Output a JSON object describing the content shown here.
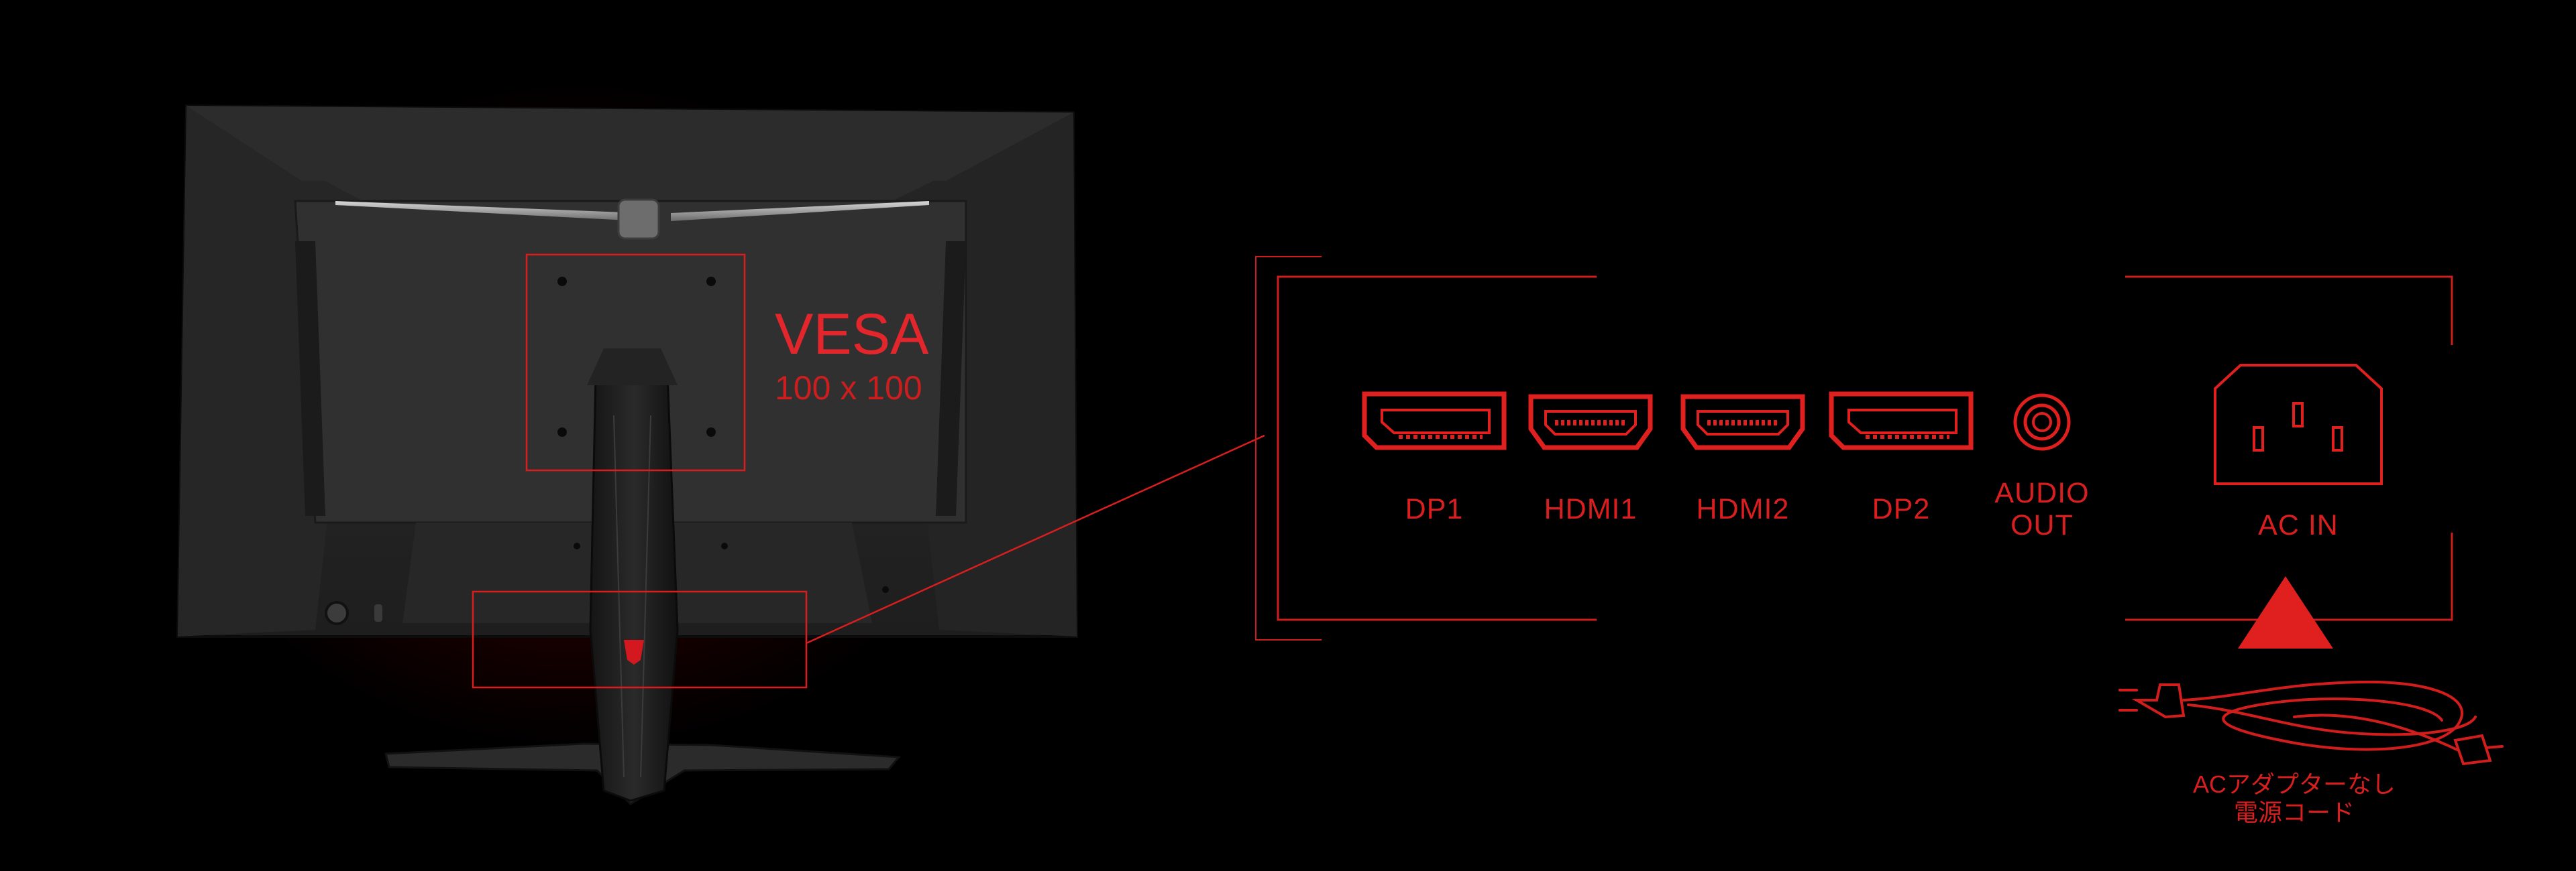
{
  "vesa": {
    "title": "VESA",
    "size": "100 x 100"
  },
  "ports": [
    {
      "label": "DP1"
    },
    {
      "label": "HDMI1"
    },
    {
      "label": "HDMI2"
    },
    {
      "label": "DP2"
    },
    {
      "label": "AUDIO\nOUT"
    }
  ],
  "power": {
    "label": "AC IN"
  },
  "cord": {
    "line1": "ACアダプターなし",
    "line2": "電源コード"
  },
  "colors": {
    "accent": "#e0201f",
    "background": "#000000",
    "monitor": "#2a2a2a"
  }
}
